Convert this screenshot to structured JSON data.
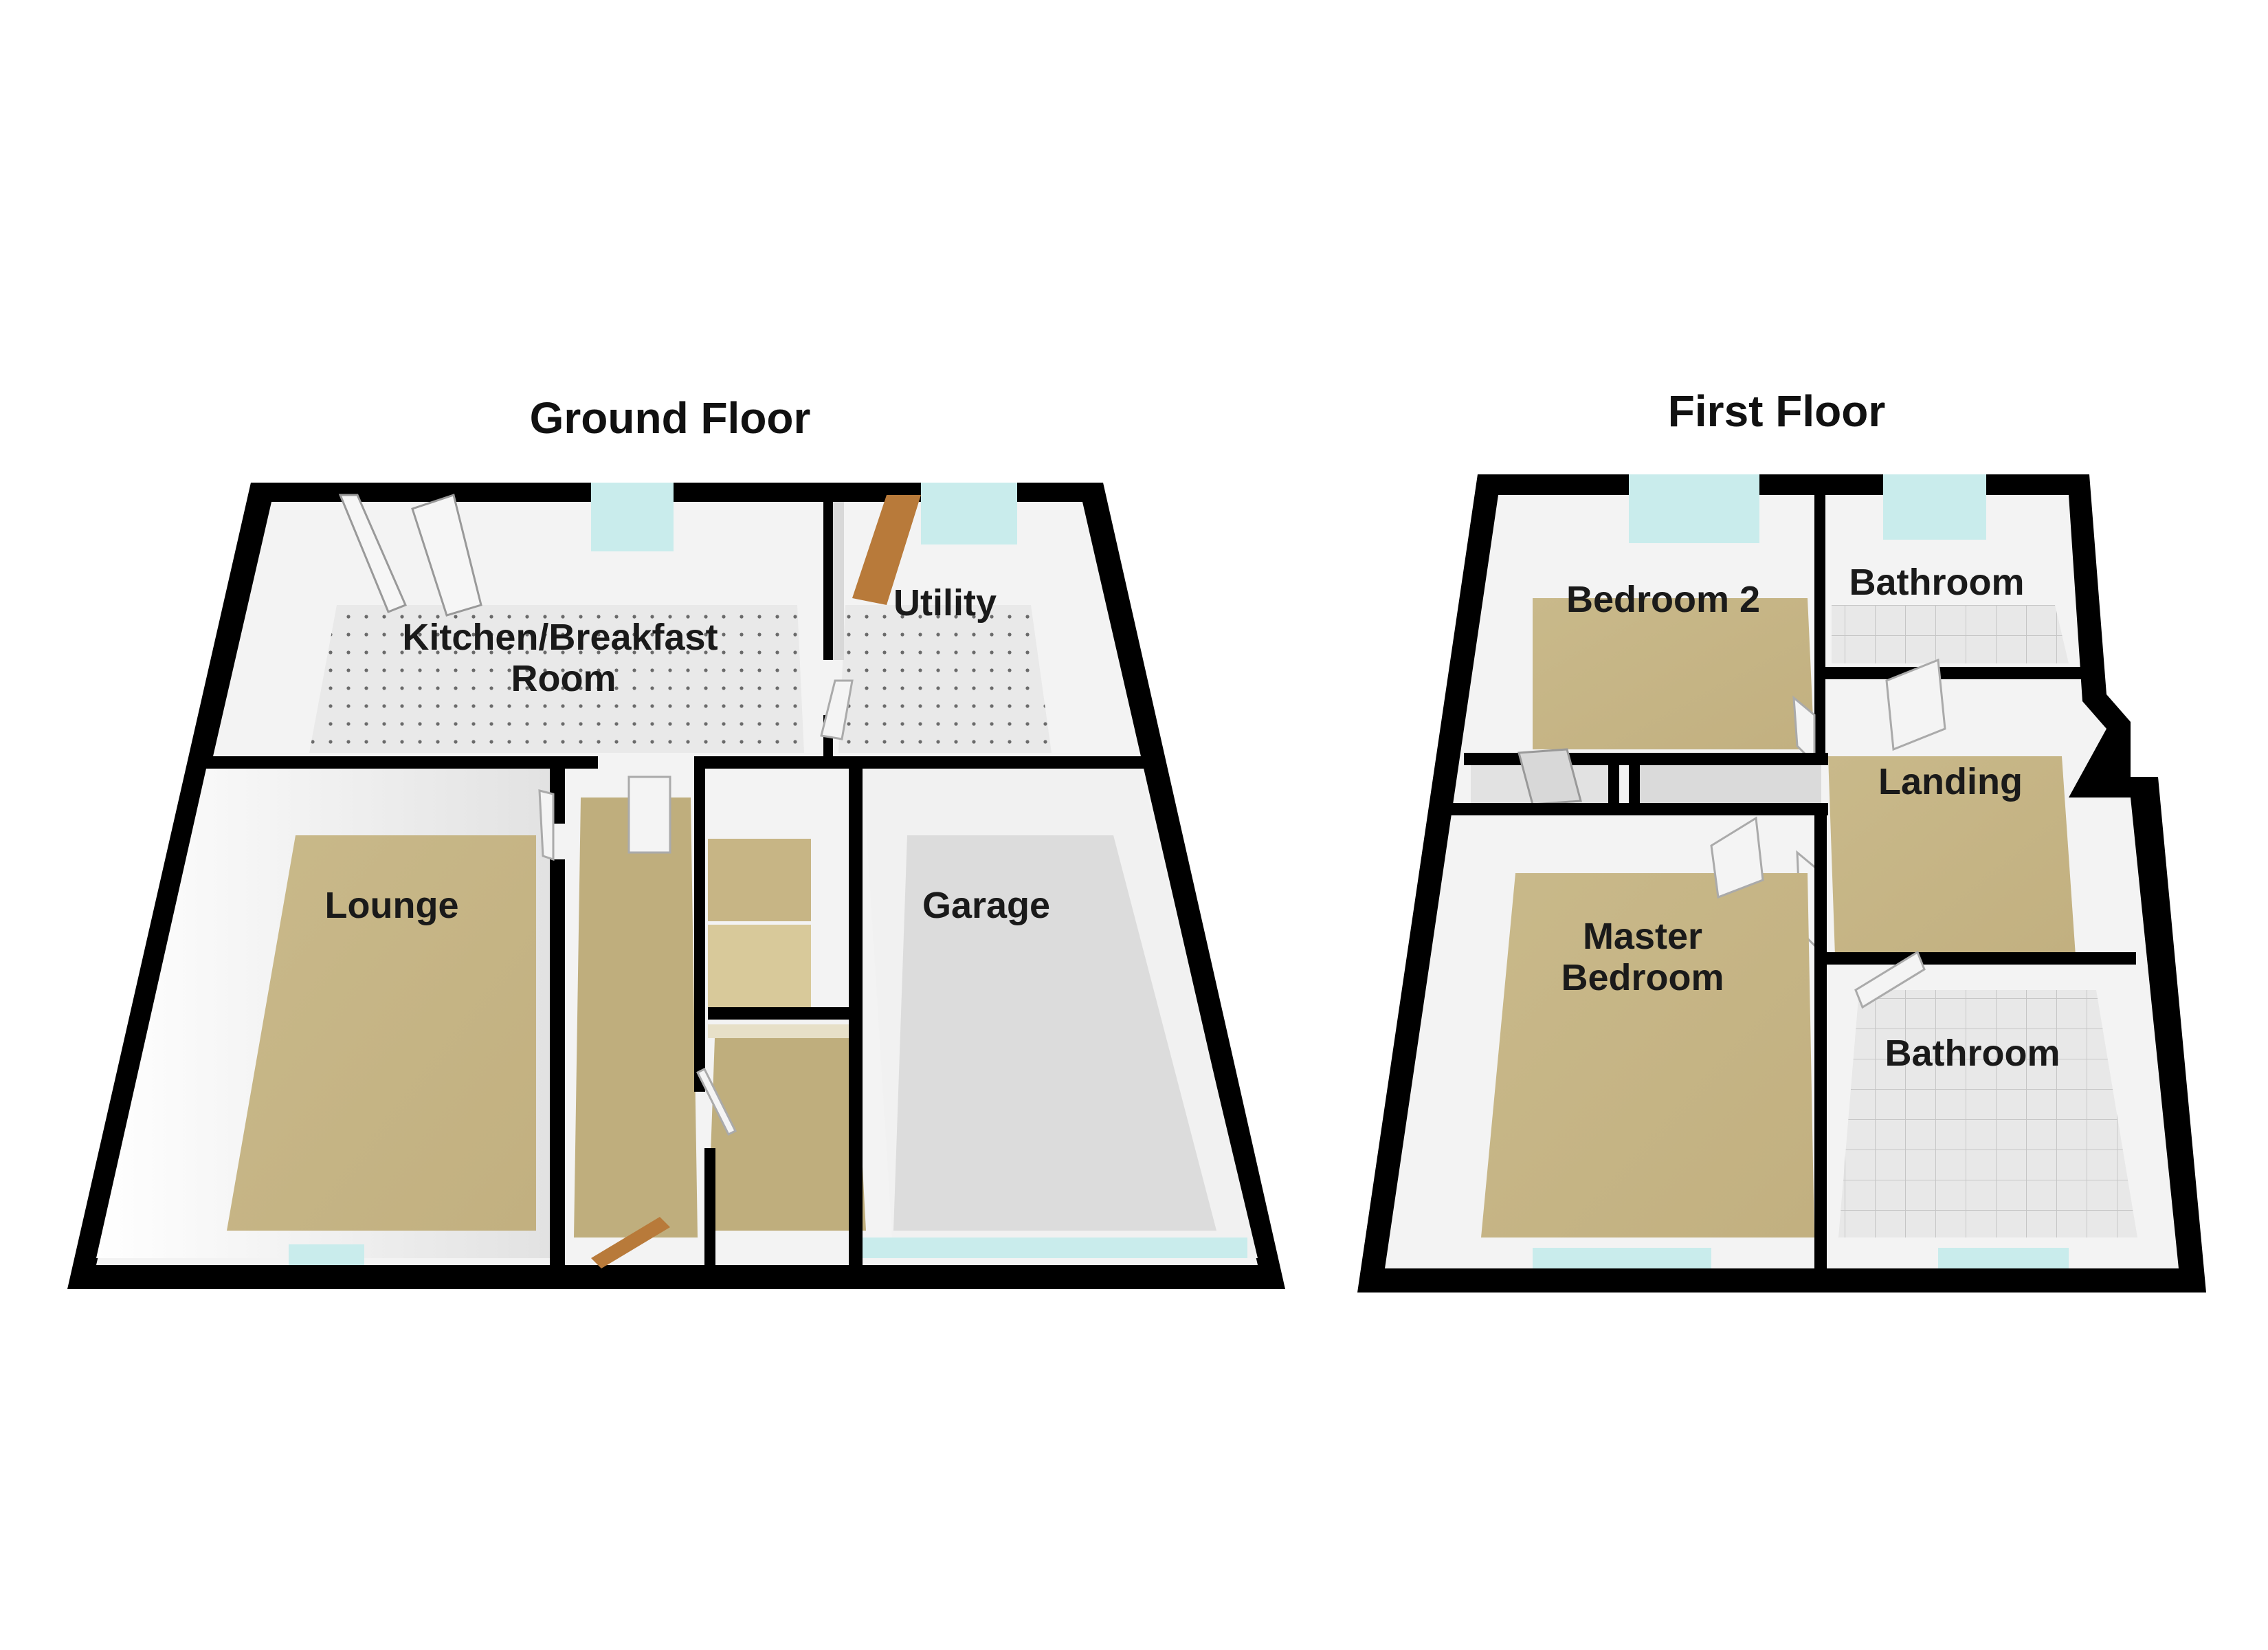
{
  "floors": [
    {
      "title": "Ground Floor",
      "rooms": [
        {
          "label": "Kitchen/Breakfast",
          "label_2": "Room",
          "floor": "tile"
        },
        {
          "label": "Utility",
          "floor": "tile"
        },
        {
          "label": "Lounge",
          "floor": "carpet"
        },
        {
          "label": "Garage",
          "floor": "concrete"
        }
      ]
    },
    {
      "title": "First Floor",
      "rooms": [
        {
          "label": "Bedroom 2",
          "floor": "carpet"
        },
        {
          "label": "Bathroom",
          "floor": "grid"
        },
        {
          "label": "Landing",
          "floor": "carpet"
        },
        {
          "label": "Master",
          "label_2": "Bedroom",
          "floor": "carpet"
        },
        {
          "label": "Bathroom",
          "floor": "grid"
        }
      ]
    }
  ],
  "colors": {
    "wall": "#000000",
    "inner_wall": "#f2f2f2",
    "carpet": "#cbbb8e",
    "tile": "#e9e9e9",
    "concrete": "#dedede",
    "grid_floor": "#e6e6e6",
    "window": "#bfe6e6",
    "door_wood": "#b87a3a",
    "door_white": "#f4f4f4"
  }
}
